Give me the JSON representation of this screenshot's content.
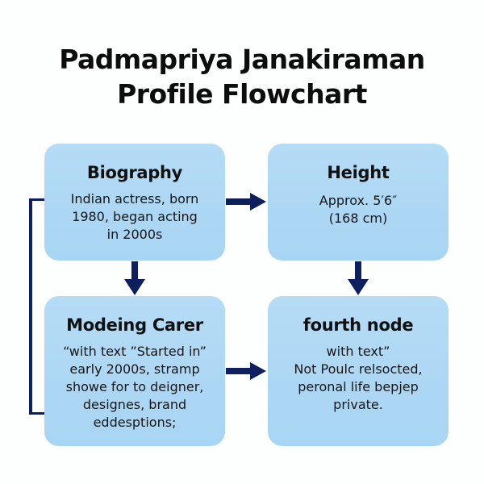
{
  "title": {
    "line1": "Padmapriya Janakiraman",
    "line2": "Profile Flowchart"
  },
  "colors": {
    "node_fill": "#acd7f4",
    "connector": "#0d1f5c",
    "background": "#fdfefe",
    "text": "#111111"
  },
  "nodes": [
    {
      "id": "biography",
      "title": "Biography",
      "body": "Indian actress, born\n1980, began acting\nin 2000s"
    },
    {
      "id": "height",
      "title": "Height",
      "body": "Approx. 5′6″\n(168 cm)"
    },
    {
      "id": "modeling",
      "title": "Modeing Carer",
      "body": "“with text ”Started in”\nearly  2000s, stramp\nshowe for to deigner,\ndesignes, brand\neddesptions;"
    },
    {
      "id": "fourth",
      "title": "fourth node",
      "body": "with text”\nNot Poulc relsocted,\nperonal life bepjep\nprivate."
    }
  ],
  "connectors": [
    {
      "from": "biography",
      "to": "height",
      "type": "arrow-right"
    },
    {
      "from": "biography",
      "to": "modeling",
      "type": "arrow-down"
    },
    {
      "from": "height",
      "to": "fourth",
      "type": "arrow-down"
    },
    {
      "from": "modeling",
      "to": "fourth",
      "type": "arrow-right"
    },
    {
      "from": "biography",
      "to": "modeling",
      "type": "bracket-left"
    }
  ]
}
